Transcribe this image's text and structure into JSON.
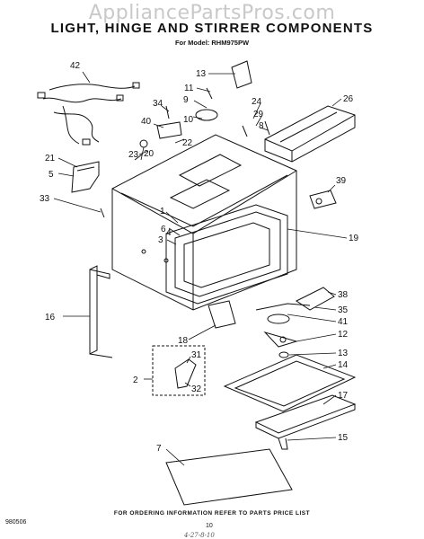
{
  "watermark": "AppliancePartsPros.com",
  "title": "LIGHT, HINGE AND STIRRER COMPONENTS",
  "model_line": "For Model: RHM975PW",
  "footer": {
    "doc_code": "980506",
    "order_note": "FOR ORDERING INFORMATION REFER TO PARTS PRICE LIST",
    "page": "10",
    "handwritten": "4-27-8-10"
  },
  "callouts": [
    "42",
    "13",
    "11",
    "9",
    "34",
    "40",
    "10",
    "22",
    "23",
    "20",
    "21",
    "5",
    "33",
    "24",
    "29",
    "8",
    "26",
    "39",
    "1",
    "6",
    "3",
    "4",
    "19",
    "38",
    "35",
    "41",
    "12",
    "16",
    "18",
    "13",
    "14",
    "2",
    "31",
    "32",
    "17",
    "15",
    "7"
  ]
}
